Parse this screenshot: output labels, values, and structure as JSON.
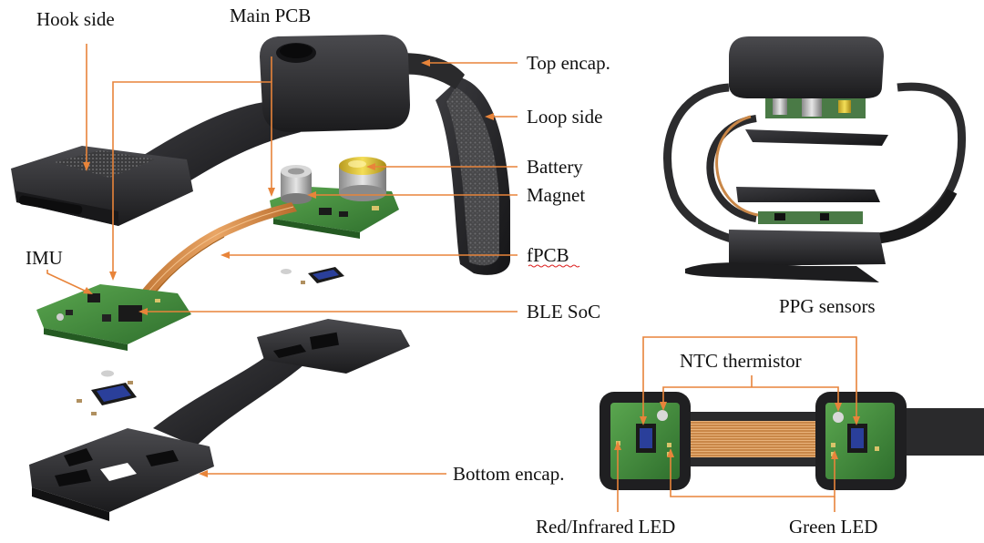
{
  "labels": {
    "hook_side": "Hook side",
    "main_pcb": "Main PCB",
    "top_encap": "Top encap.",
    "loop_side": "Loop side",
    "battery": "Battery",
    "magnet": "Magnet",
    "fpcb": "fPCB",
    "imu": "IMU",
    "ble_soc": "BLE SoC",
    "bottom_encap": "Bottom encap.",
    "ppg_sensors": "PPG sensors",
    "ntc_thermistor": "NTC thermistor",
    "red_infrared_led": "Red/Infrared LED",
    "green_led": "Green LED"
  },
  "colors": {
    "leader": "#E8843A",
    "encapsulation": "#2b2b2d",
    "pcb": "#3f8a3a",
    "flex_circuit": "#d98b4a",
    "loop_fabric": "#4a4a4c",
    "sensor_window": "#1d2a7a"
  }
}
